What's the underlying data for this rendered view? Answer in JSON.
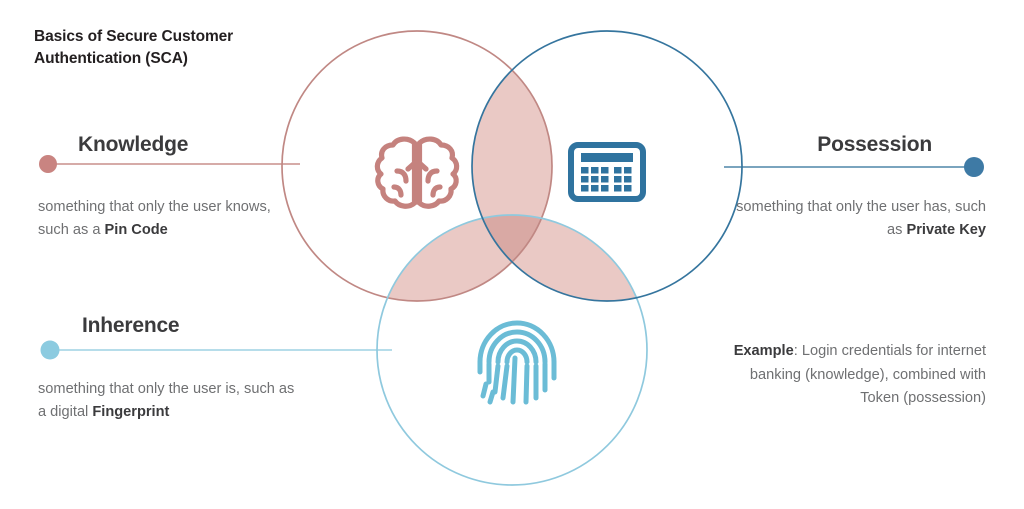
{
  "title": "Basics of Secure Customer Authentication (SCA)",
  "colors": {
    "knowledge": "#c08884",
    "possession": "#35759e",
    "inherence": "#7cc4dc",
    "knowledge_line": "#c98f8c",
    "possession_line": "#4f86a8",
    "inherence_line": "#9ed2e4",
    "overlap_fill": "#e9c6c2",
    "center_fill": "#d9a9a4",
    "title_text": "#231f20",
    "label_text": "#3b3b3d",
    "body_text": "#6f7072"
  },
  "venn": {
    "knowledge": {
      "circle_name": "knowledge-circle",
      "icon": "brain-icon",
      "stroke": "#c08884"
    },
    "possession": {
      "circle_name": "possession-circle",
      "icon": "keypad-icon",
      "stroke": "#35759e"
    },
    "inherence": {
      "circle_name": "inherence-circle",
      "icon": "fingerprint-icon",
      "stroke": "#7cc4dc"
    }
  },
  "blocks": {
    "knowledge": {
      "label": "Knowledge",
      "desc_lead": "something that only the user knows, such as a ",
      "desc_strong": "Pin Code",
      "connector_name": "knowledge-connector",
      "dot_name": "knowledge-dot"
    },
    "possession": {
      "label": "Possession",
      "desc_lead": "something that only the user has, such as ",
      "desc_strong": "Private Key",
      "connector_name": "possession-connector",
      "dot_name": "possession-dot"
    },
    "inherence": {
      "label": "Inherence",
      "desc_lead": "something that only the user is, such as a digital ",
      "desc_strong": "Fingerprint",
      "connector_name": "inherence-connector",
      "dot_name": "inherence-dot"
    }
  },
  "example": {
    "strong": "Example",
    "text": ": Login credentials for internet banking (knowledge), combined with Token (possession)"
  }
}
